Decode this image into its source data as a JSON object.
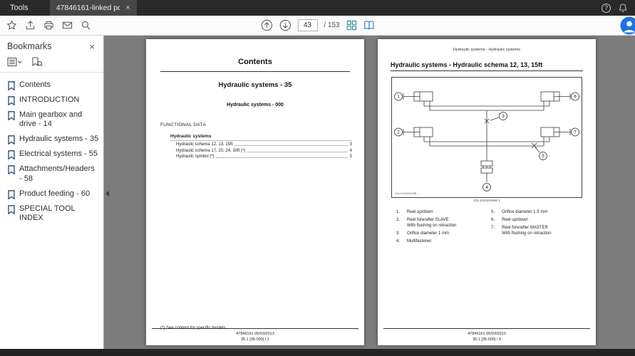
{
  "colors": {
    "accent_blue": "#1a73e8",
    "icon_teal": "#2e8b99",
    "icon_blue": "#2b7cd3",
    "bookmark_navy": "#25476b"
  },
  "titlebar": {
    "tools_label": "Tools",
    "tab_title": "47846161-linked pd...",
    "tab_close_glyph": "×",
    "help_glyph": "?"
  },
  "toolbar": {
    "page_current": "43",
    "page_total": "/ 153"
  },
  "sidebar": {
    "title": "Bookmarks",
    "close_glyph": "×",
    "items": [
      "Contents",
      "INTRODUCTION",
      "Main gearbox and drive - 14",
      "Hydraulic systems - 35",
      "Electrical systems - 55",
      "Attachments/Headers - 58",
      "Product feeding - 60",
      "SPECIAL TOOL INDEX"
    ]
  },
  "left_page": {
    "title": "Contents",
    "chapter": "Hydraulic systems - 35",
    "section": "Hydraulic systems - 000",
    "functional_data_label": "FUNCTIONAL DATA",
    "group_label": "Hydraulic systems",
    "toc": [
      {
        "label": "Hydraulic schema 12, 13, 15ft",
        "page": "3"
      },
      {
        "label": "Hydraulic schema 17, 20, 24, 30ft (*)",
        "page": "4"
      },
      {
        "label": "Hydraulic symbol (*)",
        "page": "5"
      }
    ],
    "footnote": "(*) See content for specific models",
    "footer_doc": "47846161 05/03/2013",
    "footer_page": "35.1 [35.000] / 2"
  },
  "right_page": {
    "running_header": "Hydraulic systems - Hydraulic systems",
    "title": "Hydraulic systems - Hydraulic schema 12, 13, 15ft",
    "figure_code_inner": "ZGL103400455B",
    "figure_code": "ZGL103400455B 1",
    "callouts": [
      "1",
      "2",
      "3",
      "4",
      "5",
      "6",
      "7"
    ],
    "legend_left": [
      {
        "num": "1.",
        "lines": [
          "Reel up/down"
        ]
      },
      {
        "num": "2.",
        "lines": [
          "Reel fore/after SLAVE",
          "With flushing on retraction"
        ]
      },
      {
        "num": "3.",
        "lines": [
          "Orifice diameter 1 mm"
        ]
      },
      {
        "num": "4.",
        "lines": [
          "Multifastener"
        ]
      }
    ],
    "legend_right": [
      {
        "num": "5.",
        "lines": [
          "Orifice diameter 1.5 mm"
        ]
      },
      {
        "num": "6.",
        "lines": [
          "Reel up/down"
        ]
      },
      {
        "num": "7.",
        "lines": [
          "Reel fore/after MASTER",
          "With flushing on retraction"
        ]
      }
    ],
    "footer_doc": "47846161 05/03/2013",
    "footer_page": "35.1 [35.000] / 3"
  }
}
